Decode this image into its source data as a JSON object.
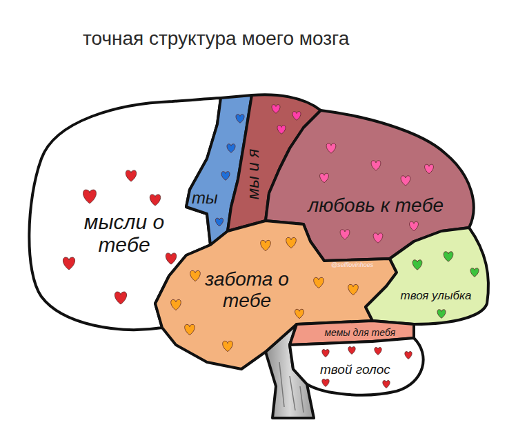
{
  "diagram": {
    "title": "точная структура моего мозга",
    "nodes": [
      {
        "text": [
          "мысли о тебе"
        ]
      },
      {
        "text": [
          "ты"
        ]
      },
      {
        "text": [
          "мы и я"
        ]
      },
      {
        "text": [
          "любовь к тебе"
        ]
      },
      {
        "text": [
          "забота о тебе"
        ]
      },
      {
        "text": [
          "твоя улыбка"
        ]
      },
      {
        "text": [
          "мемы для тебя"
        ]
      },
      {
        "text": [
          "твой голос"
        ]
      }
    ],
    "labels": [
      "@selflovinhoes"
    ]
  }
}
